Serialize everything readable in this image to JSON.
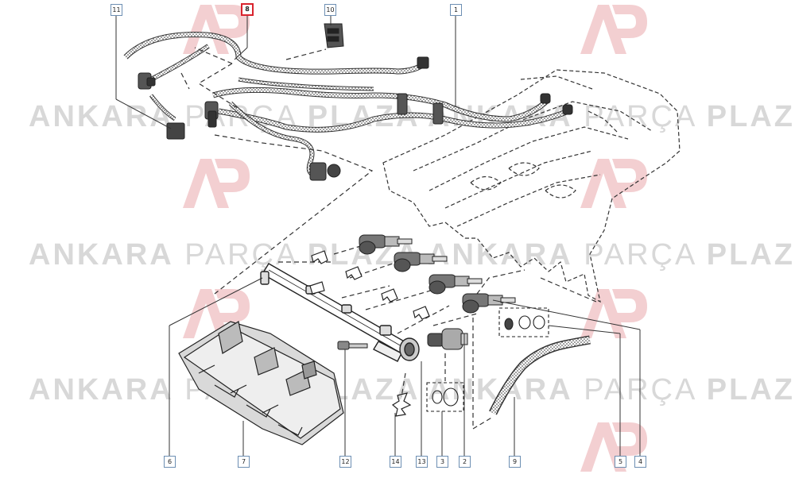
{
  "watermark": {
    "brand_bold_1": "ANKARA",
    "brand_light": "PARÇA",
    "brand_bold_2": "PLAZA",
    "logo_letters": "AP",
    "color": "#d8d8d8",
    "logo_color": "#f3cfd1"
  },
  "callouts": {
    "c1": "1",
    "c2": "2",
    "c3": "3",
    "c4": "4",
    "c5": "5",
    "c6": "6",
    "c7": "7",
    "c8": "8",
    "c9": "9",
    "c10": "10",
    "c11": "11",
    "c12": "12",
    "c13": "13",
    "c14": "14"
  },
  "highlight_callout": "8",
  "colors": {
    "line": "#333333",
    "callout_border": "#6d8fb3",
    "highlight": "#d9232d"
  }
}
